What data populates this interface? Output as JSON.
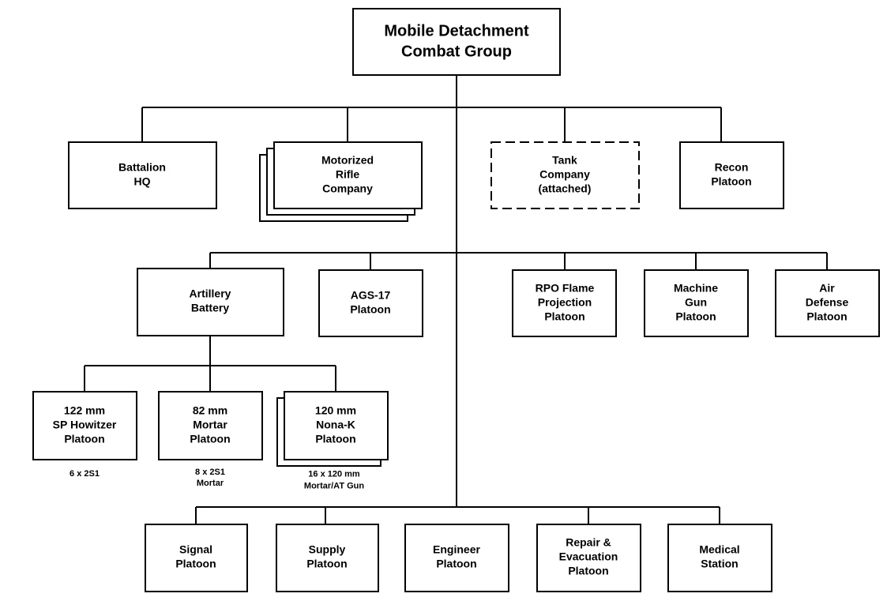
{
  "root": {
    "lines": [
      "Mobile Detachment",
      "Combat Group"
    ]
  },
  "tier1": {
    "battalion_hq": {
      "lines": [
        "Battalion",
        "HQ"
      ]
    },
    "motorized_rifle_company": {
      "lines": [
        "Motorized",
        "Rifle",
        "Company"
      ]
    },
    "tank_company": {
      "lines": [
        "Tank",
        "Company",
        "(attached)"
      ]
    },
    "recon_platoon": {
      "lines": [
        "Recon",
        "Platoon"
      ]
    }
  },
  "tier2": {
    "artillery_battery": {
      "lines": [
        "Artillery",
        "Battery"
      ]
    },
    "ags17_platoon": {
      "lines": [
        "AGS-17",
        "Platoon"
      ]
    },
    "rpo_flame_platoon": {
      "lines": [
        "RPO Flame",
        "Projection",
        "Platoon"
      ]
    },
    "machine_gun_platoon": {
      "lines": [
        "Machine",
        "Gun",
        "Platoon"
      ]
    },
    "air_defense_platoon": {
      "lines": [
        "Air",
        "Defense",
        "Platoon"
      ]
    }
  },
  "artillery_units": {
    "sp_howitzer_platoon": {
      "lines": [
        "122 mm",
        "SP Howitzer",
        "Platoon"
      ],
      "note": [
        "6 x 2S1"
      ]
    },
    "mortar_platoon": {
      "lines": [
        "82 mm",
        "Mortar",
        "Platoon"
      ],
      "note": [
        "8 x 2S1",
        "Mortar"
      ]
    },
    "nona_k_platoon": {
      "lines": [
        "120 mm",
        "Nona-K",
        "Platoon"
      ],
      "note": [
        "16 x 120 mm",
        "Mortar/AT Gun"
      ]
    }
  },
  "support": {
    "signal_platoon": {
      "lines": [
        "Signal",
        "Platoon"
      ]
    },
    "supply_platoon": {
      "lines": [
        "Supply",
        "Platoon"
      ]
    },
    "engineer_platoon": {
      "lines": [
        "Engineer",
        "Platoon"
      ]
    },
    "repair_evacuation_platoon": {
      "lines": [
        "Repair &",
        "Evacuation",
        "Platoon"
      ]
    },
    "medical_station": {
      "lines": [
        "Medical",
        "Station"
      ]
    }
  }
}
